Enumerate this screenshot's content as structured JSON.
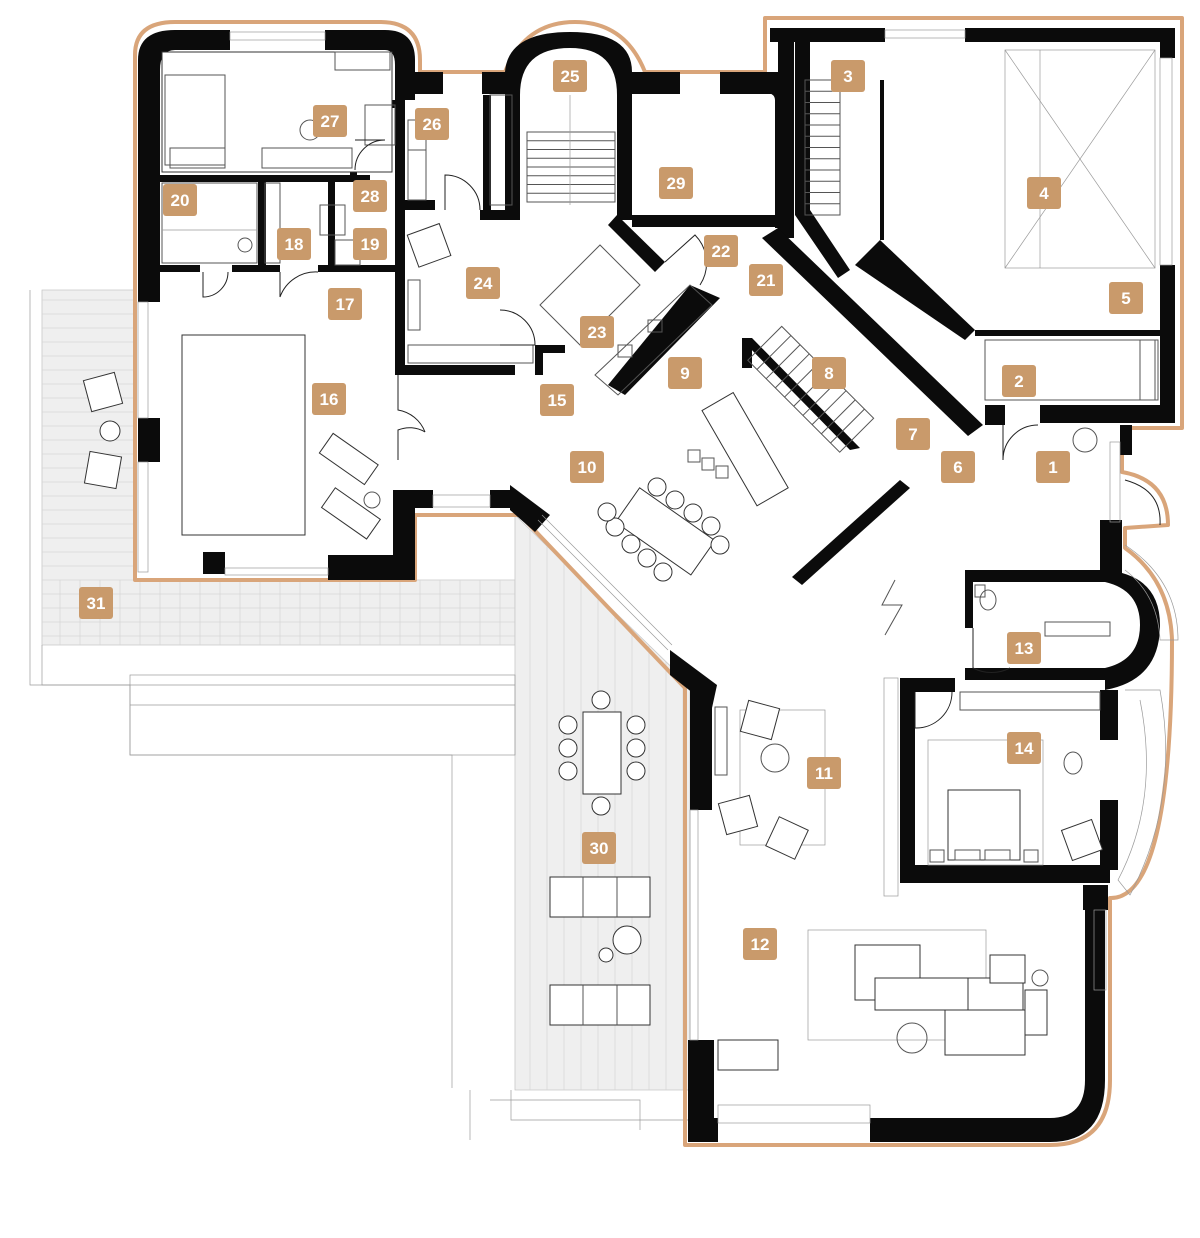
{
  "colors": {
    "badge": "#c99a6b",
    "outline": "#d9a57a",
    "wall": "#0b0b0b",
    "terrace": "#efefef"
  },
  "rooms": [
    "1",
    "2",
    "3",
    "4",
    "5",
    "6",
    "7",
    "8",
    "9",
    "10",
    "11",
    "12",
    "13",
    "14",
    "15",
    "16",
    "17",
    "18",
    "19",
    "20",
    "21",
    "22",
    "23",
    "24",
    "25",
    "26",
    "27",
    "28",
    "29",
    "30",
    "31"
  ]
}
